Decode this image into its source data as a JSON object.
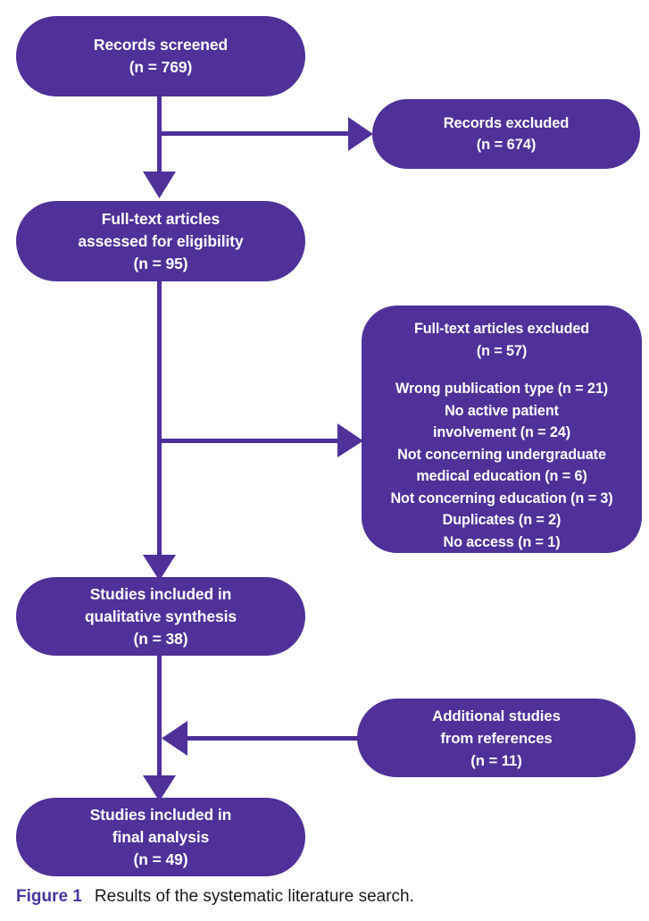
{
  "figure": {
    "label": "Figure 1",
    "caption": "Results of the systematic literature search.",
    "accent_color": "#4F3199",
    "caption_label_color": "#4437A0",
    "node_text_color": "#ffffff",
    "background_color": "#ffffff"
  },
  "chart_data": {
    "type": "diagram",
    "diagram_kind": "prisma-flow-chart",
    "title": "Results of the systematic literature search.",
    "nodes": [
      {
        "id": "records-screened",
        "shape": "pill",
        "lines": [
          "Records screened",
          "(n = 769)"
        ],
        "count": 769
      },
      {
        "id": "records-excluded",
        "shape": "pill",
        "lines": [
          "Records excluded",
          "(n = 674)"
        ],
        "count": 674
      },
      {
        "id": "fulltext-assessed",
        "shape": "pill",
        "lines": [
          "Full-text articles",
          "assessed for eligibility",
          "(n = 95)"
        ],
        "count": 95
      },
      {
        "id": "fulltext-excluded",
        "shape": "rounded-rect",
        "lines": [
          "Full-text articles excluded",
          "(n = 57)",
          "",
          "Wrong publication type (n = 21)",
          "No active patient",
          "involvement (n = 24)",
          "Not concerning undergraduate",
          "medical education (n = 6)",
          "Not concerning education (n = 3)",
          "Duplicates (n = 2)",
          "No access (n = 1)"
        ],
        "count": 57,
        "reasons": [
          {
            "reason": "Wrong publication type",
            "n": 21
          },
          {
            "reason": "No active patient involvement",
            "n": 24
          },
          {
            "reason": "Not concerning undergraduate medical education",
            "n": 6
          },
          {
            "reason": "Not concerning education",
            "n": 3
          },
          {
            "reason": "Duplicates",
            "n": 2
          },
          {
            "reason": "No access",
            "n": 1
          }
        ]
      },
      {
        "id": "qualitative-synthesis",
        "shape": "pill",
        "lines": [
          "Studies included in",
          "qualitative synthesis",
          "(n = 38)"
        ],
        "count": 38
      },
      {
        "id": "additional-studies",
        "shape": "pill",
        "lines": [
          "Additional studies",
          "from references",
          "(n = 11)"
        ],
        "count": 11
      },
      {
        "id": "final-analysis",
        "shape": "pill",
        "lines": [
          "Studies included in",
          "final analysis",
          "(n = 49)"
        ],
        "count": 49
      }
    ],
    "edges": [
      {
        "from": "records-screened",
        "to": "fulltext-assessed",
        "direction": "down"
      },
      {
        "from": "records-screened",
        "to": "records-excluded",
        "direction": "right"
      },
      {
        "from": "fulltext-assessed",
        "to": "qualitative-synthesis",
        "direction": "down"
      },
      {
        "from": "fulltext-assessed",
        "to": "fulltext-excluded",
        "direction": "right"
      },
      {
        "from": "qualitative-synthesis",
        "to": "final-analysis",
        "direction": "down"
      },
      {
        "from": "additional-studies",
        "to": "final-analysis",
        "direction": "left"
      }
    ]
  },
  "nodes": {
    "records_screened": {
      "line1": "Records screened",
      "line2": "(n = 769)"
    },
    "records_excluded": {
      "line1": "Records excluded",
      "line2": "(n = 674)"
    },
    "fulltext_assessed": {
      "line1": "Full-text articles",
      "line2": "assessed for eligibility",
      "line3": "(n = 95)"
    },
    "fulltext_excluded": {
      "line1": "Full-text articles excluded",
      "line2": "(n = 57)",
      "line3": "Wrong publication type (n = 21)",
      "line4": "No active patient",
      "line5": "involvement (n = 24)",
      "line6": "Not concerning undergraduate",
      "line7": "medical education (n = 6)",
      "line8": "Not concerning education (n = 3)",
      "line9": "Duplicates (n = 2)",
      "line10": "No access (n = 1)"
    },
    "qualitative": {
      "line1": "Studies included in",
      "line2": "qualitative synthesis",
      "line3": "(n = 38)"
    },
    "additional": {
      "line1": "Additional studies",
      "line2": "from references",
      "line3": "(n = 11)"
    },
    "final": {
      "line1": "Studies included in",
      "line2": "final analysis",
      "line3": "(n = 49)"
    }
  }
}
